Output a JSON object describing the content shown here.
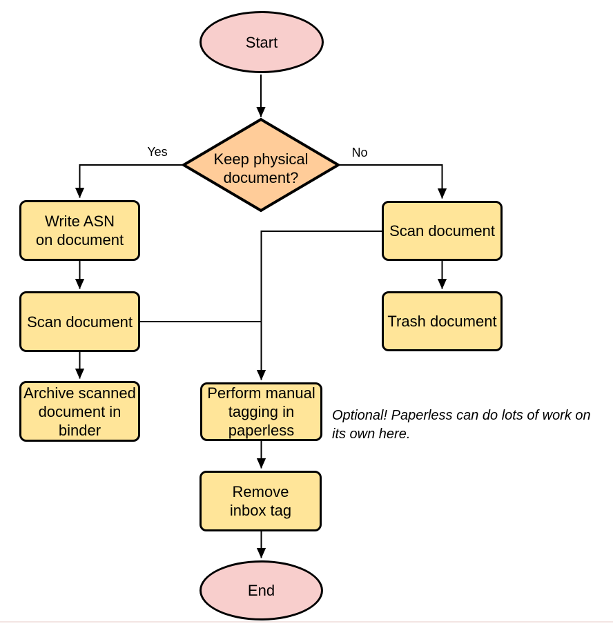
{
  "diagram": {
    "nodes": {
      "start": {
        "label": "Start",
        "shape": "terminator"
      },
      "decision": {
        "label": "Keep physical\ndocument?",
        "shape": "decision"
      },
      "write_asn": {
        "label": "Write ASN\non document",
        "shape": "process"
      },
      "scan_left": {
        "label": "Scan document",
        "shape": "process"
      },
      "archive": {
        "label": "Archive scanned\ndocument in\nbinder",
        "shape": "process"
      },
      "scan_right": {
        "label": "Scan document",
        "shape": "process"
      },
      "trash": {
        "label": "Trash document",
        "shape": "process"
      },
      "tagging": {
        "label": "Perform manual\ntagging in\npaperless",
        "shape": "process"
      },
      "remove_inbox": {
        "label": "Remove\ninbox tag",
        "shape": "process"
      },
      "end": {
        "label": "End",
        "shape": "terminator"
      }
    },
    "edge_labels": {
      "yes": "Yes",
      "no": "No"
    },
    "annotation": "Optional! Paperless can do lots of work on\nits own here.",
    "colors": {
      "terminator_fill": "#F8CECC",
      "decision_fill": "#FFCC99",
      "process_fill": "#FFE599",
      "stroke": "#000000",
      "background": "#FFFFFF"
    }
  }
}
